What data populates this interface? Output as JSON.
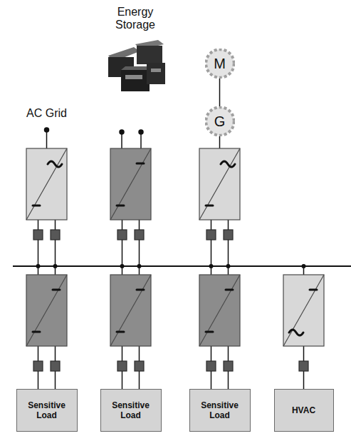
{
  "diagram": {
    "nodes": [
      {
        "text": [
          "M"
        ]
      },
      {
        "text": [
          "G"
        ]
      },
      {
        "text": [
          "Sensitive Load"
        ]
      },
      {
        "text": [
          "Sensitive Load"
        ]
      },
      {
        "text": [
          "Sensitive Load"
        ]
      },
      {
        "text": [
          "HVAC"
        ]
      }
    ],
    "edges": [
      {
        "from": 0,
        "to": 1,
        "arrow": "none"
      }
    ],
    "labels": [
      "AC Grid",
      "Energy Storage"
    ]
  }
}
